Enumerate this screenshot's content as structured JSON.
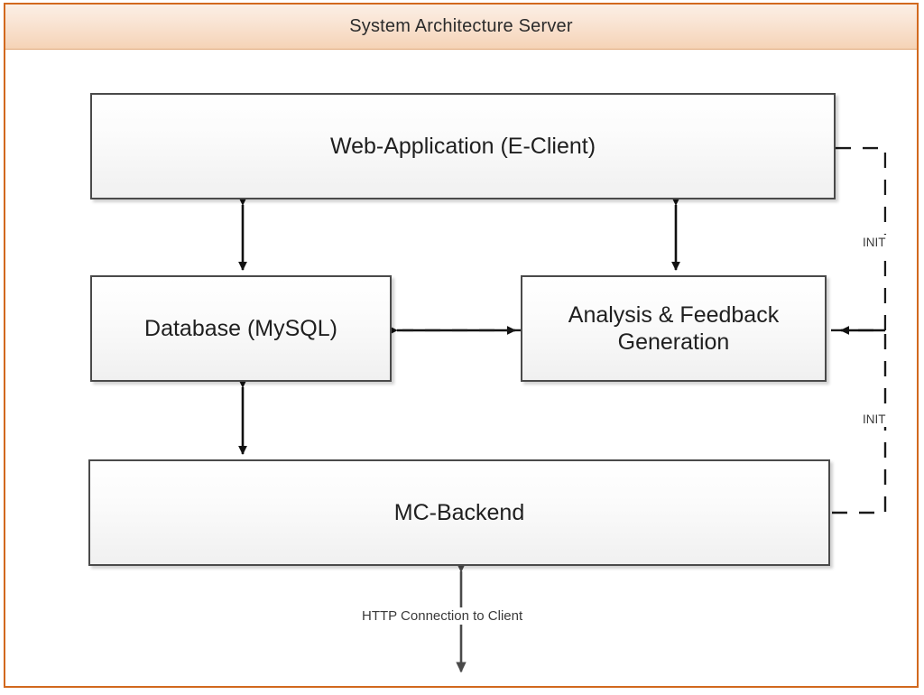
{
  "header": {
    "title": "System Architecture Server"
  },
  "theme": {
    "frame_border": "#D2691E",
    "header_gradient_top": "#FBEFE5",
    "header_gradient_bottom": "#F5D3B6",
    "node_border": "#4a4a4a",
    "node_fill_top": "#ffffff",
    "node_fill_bottom": "#f0f0f0",
    "arrow_color": "#111111",
    "http_arrow_color": "#4a4a4a",
    "text_color": "#1f1f1f"
  },
  "diagram": {
    "type": "block-architecture",
    "nodes": [
      {
        "id": "web",
        "label": "Web-Application (E-Client)",
        "label_lines": [
          "Web-Application (E-Client)"
        ]
      },
      {
        "id": "db",
        "label": "Database (MySQL)",
        "label_lines": [
          "Database (MySQL)"
        ]
      },
      {
        "id": "analysis",
        "label": "Analysis & Feedback Generation",
        "label_lines": [
          "Analysis & Feedback",
          "Generation"
        ]
      },
      {
        "id": "backend",
        "label": "MC-Backend",
        "label_lines": [
          "MC-Backend"
        ]
      }
    ],
    "edges": [
      {
        "from": "web",
        "to": "db",
        "direction": "bidirectional",
        "style": "solid",
        "label": ""
      },
      {
        "from": "web",
        "to": "analysis",
        "direction": "bidirectional",
        "style": "solid",
        "label": ""
      },
      {
        "from": "db",
        "to": "analysis",
        "direction": "bidirectional",
        "style": "solid",
        "label": ""
      },
      {
        "from": "db",
        "to": "backend",
        "direction": "bidirectional",
        "style": "solid",
        "label": ""
      },
      {
        "from": "web",
        "to": "analysis",
        "direction": "unidirectional",
        "style": "dashed",
        "label": "INIT"
      },
      {
        "from": "backend",
        "to": "analysis",
        "direction": "unidirectional",
        "style": "dashed",
        "label": "INIT"
      },
      {
        "from": "backend",
        "to": "client",
        "direction": "bidirectional",
        "style": "solid",
        "label": "HTTP Connection to Client"
      }
    ],
    "labels": {
      "init_top": "INIT",
      "init_bottom": "INIT",
      "http_connection": "HTTP Connection to Client"
    }
  }
}
